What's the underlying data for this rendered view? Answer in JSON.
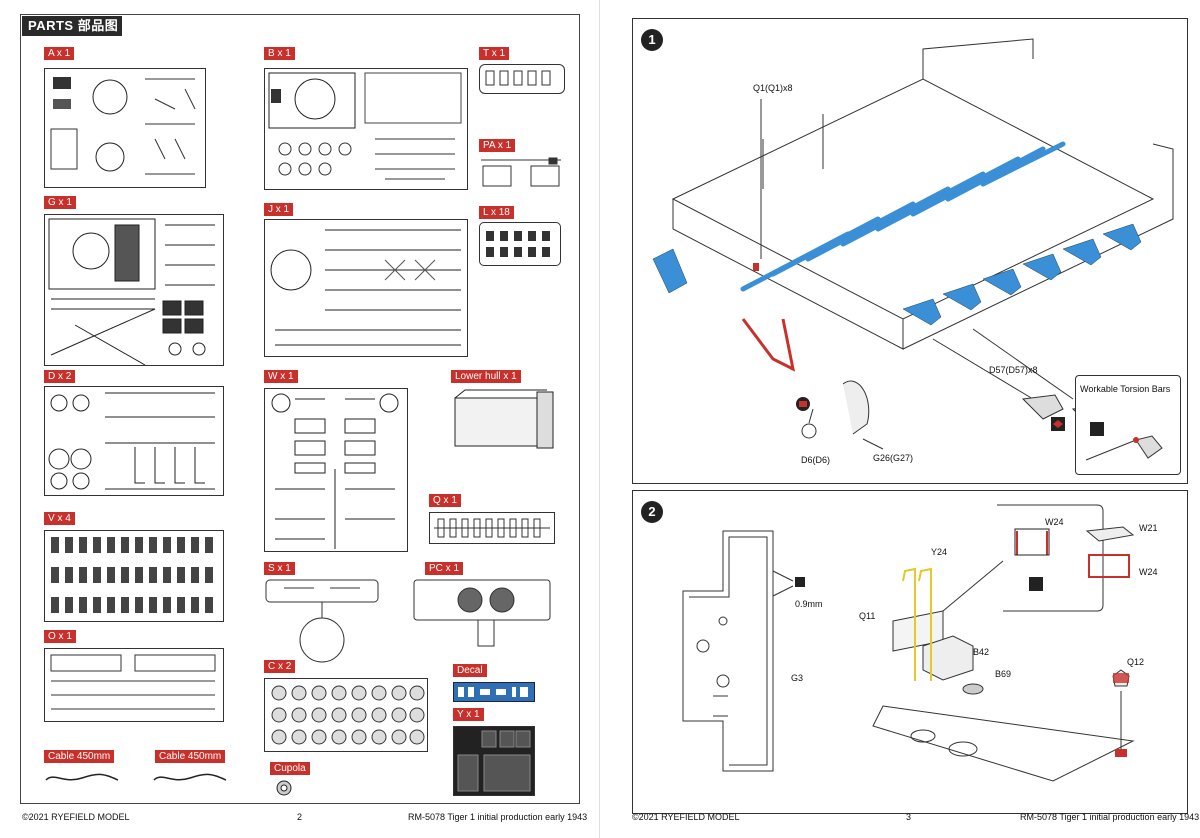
{
  "header": {
    "title": "PARTS  部品图"
  },
  "sprues": {
    "A": "A x 1",
    "B": "B x 1",
    "T": "T x 1",
    "PA": "PA x 1",
    "G": "G x 1",
    "J": "J x 1",
    "L": "L x 18",
    "D": "D x 2",
    "W": "W x 1",
    "LH": "Lower hull x 1",
    "V": "V x 4",
    "Q": "Q x 1",
    "S": "S x 1",
    "PC": "PC x 1",
    "O": "O x 1",
    "C": "C x 2",
    "Decal": "Decal",
    "Y": "Y x 1",
    "Cable1": "Cable  450mm",
    "Cable2": "Cable  450mm",
    "Cupola": "Cupola"
  },
  "left_footer": {
    "copyright": "©2021 RYEFIELD MODEL",
    "page": "2",
    "product": "RM-5078  Tiger 1 initial production early 1943"
  },
  "right_footer": {
    "copyright": "©2021 RYEFIELD MODEL",
    "page": "3",
    "product": "RM-5078  Tiger 1 initial production early 1943"
  },
  "step1": {
    "number": "1",
    "q1": "Q1(Q1)x8",
    "d57": "D57(D57)x8",
    "d6": "D6(D6)",
    "g26": "G26(G27)",
    "callout_title": "Workable Torsion Bars"
  },
  "step2": {
    "number": "2",
    "w24a": "W24",
    "w21": "W21",
    "w24b": "W24",
    "y24": "Y24",
    "q11": "Q11",
    "size": "0.9mm",
    "g3": "G3",
    "b42": "B42",
    "b69": "B69",
    "q12": "Q12"
  },
  "colors": {
    "accent_red": "#c8312b",
    "torsion_blue": "#3a8fd6",
    "photoetch_yellow": "#e3c92a"
  }
}
